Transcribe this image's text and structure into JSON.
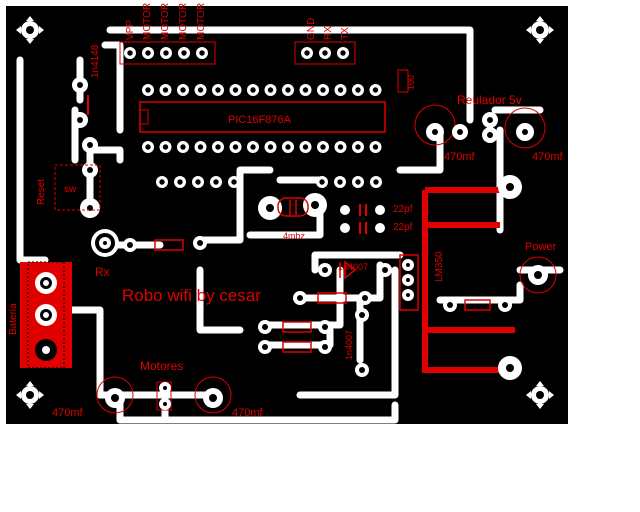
{
  "board": {
    "title": "Robo wifi by cesar",
    "colors": {
      "background": "#000000",
      "trace": "#ffffff",
      "silkscreen": "#e00000",
      "power_trace": "#e00000",
      "page": "#ffffff"
    }
  },
  "labels": {
    "pic": "PIC16F876A",
    "vpp": "VPP",
    "motor": "MOTOR",
    "gnd": "GND",
    "rx_top": "RX",
    "tx": "TX",
    "diode": "1n4148",
    "reset": "Reset",
    "sw": "sw",
    "rx": "Rx",
    "crystal": "4mhz",
    "cap_22_a": "22pf",
    "cap_22_b": "22pf",
    "regulator_title": "Reulador 5v",
    "cap_470_a": "470mf",
    "cap_470_b": "470mf",
    "cap_470_c": "470mf",
    "cap_470_d": "470mf",
    "cap_100": "100",
    "power": "Power",
    "lm350": "LM350",
    "d4007_a": "1n4007",
    "d4007_b": "1n4007",
    "batteria": "Bateria",
    "motores": "Motores"
  },
  "icons": [
    "mounting-hole-icon",
    "ic-chip-icon",
    "crystal-icon",
    "capacitor-icon",
    "resistor-icon",
    "diode-icon",
    "connector-icon"
  ]
}
